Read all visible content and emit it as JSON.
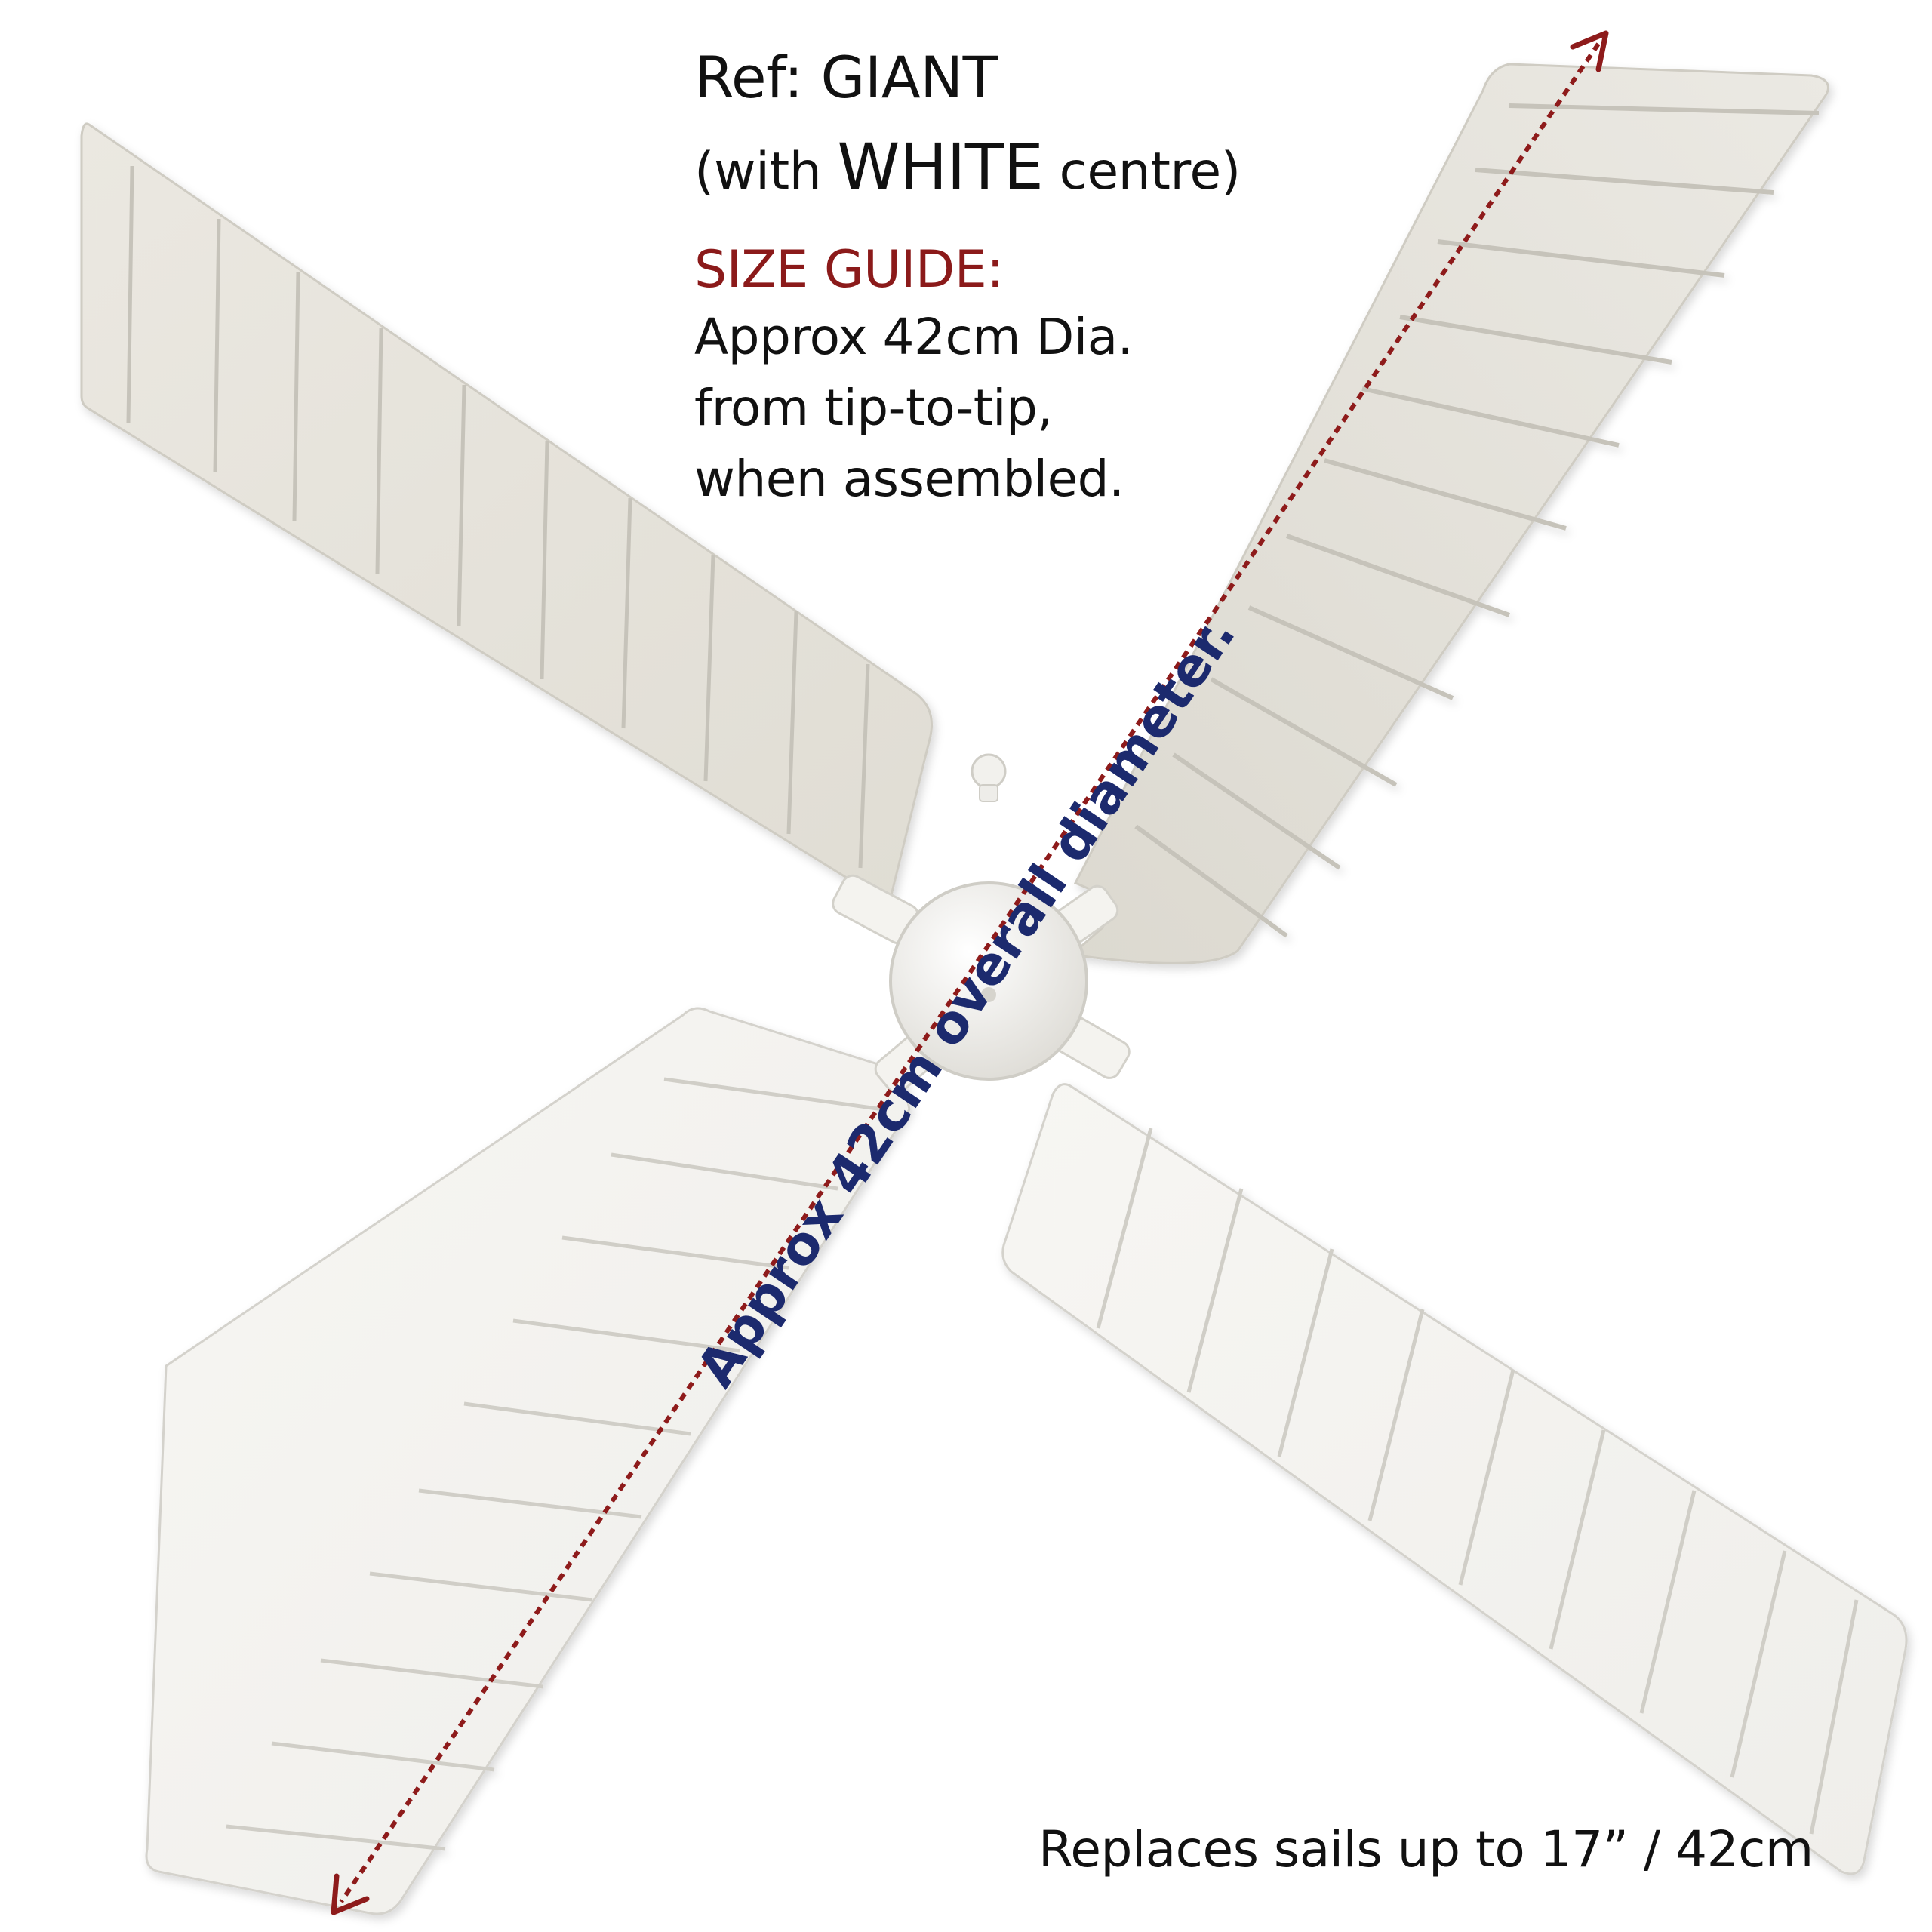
{
  "header": {
    "title": "Ref: GIANT",
    "subtitle_open": "(with",
    "subtitle_emphasis": "WHITE",
    "subtitle_close": "centre)"
  },
  "size_guide": {
    "heading": "SIZE GUIDE:",
    "lines": [
      "Approx 42cm Dia.",
      "from tip-to-tip,",
      "when assembled."
    ]
  },
  "diameter_label": "Approx 42cm  overall diameter.",
  "footer_note": "Replaces sails up to 17” / 42cm",
  "colors": {
    "heading_red": "#8b1a1a",
    "label_navy": "#1c2a6e",
    "arrow_red": "#8e1b1b",
    "sail_top": "#e9e6df",
    "sail_bottom": "#f3f2ef",
    "rib": "#c9c6be"
  }
}
